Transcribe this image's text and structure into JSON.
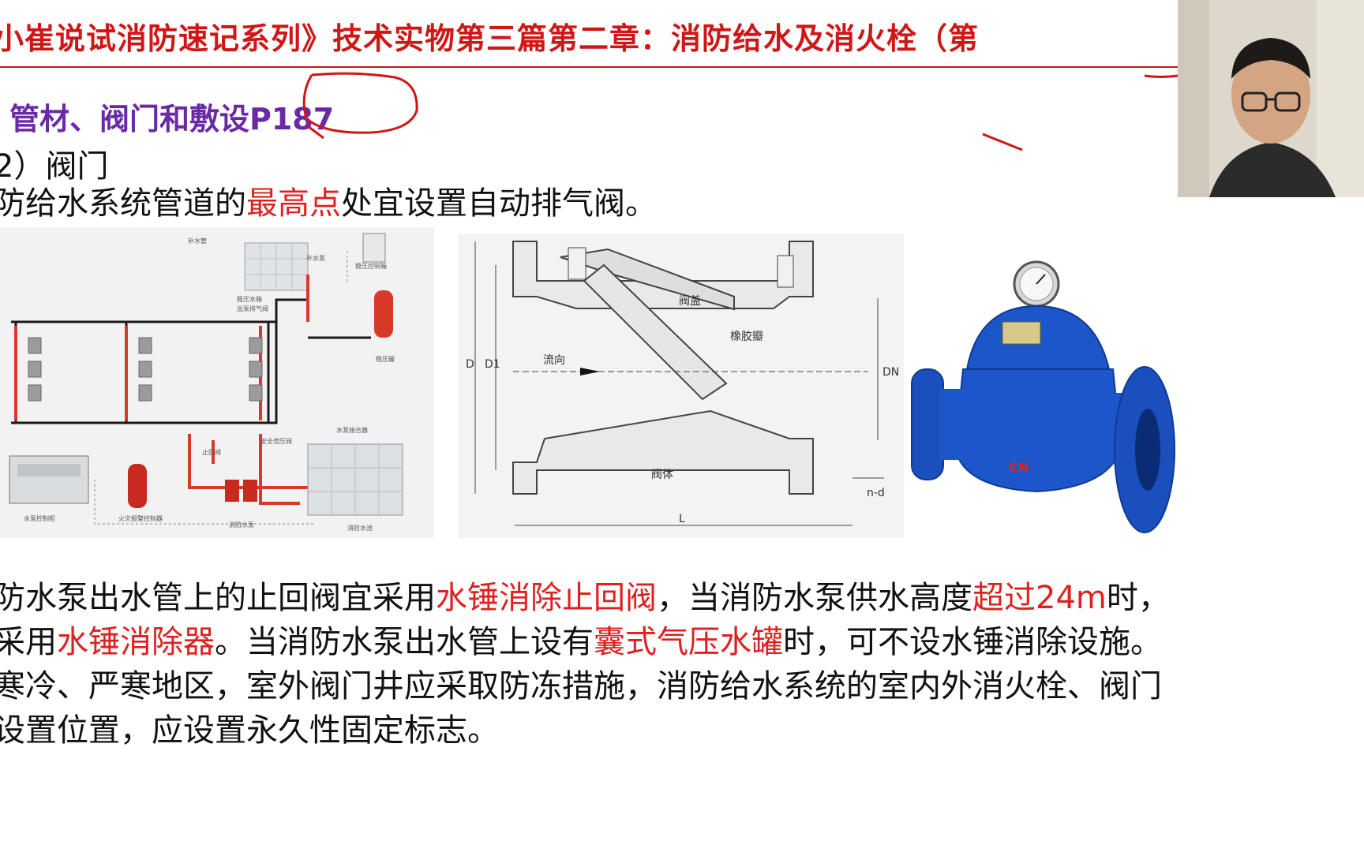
{
  "slide": {
    "title": "小崔说试消防速记系列》技术实物第三篇第二章：消防给水及消火栓（第",
    "section": "管材、阀门和敷设",
    "section_page": "P187",
    "subsection": "2）阀门",
    "line1": {
      "pre": "防给水系统管道的",
      "red": "最高点",
      "post": "处宜设置自动排气阀。"
    },
    "para": {
      "l1_a": "防水泵出水管上的止回阀宜采用",
      "l1_r1": "水锤消除止回阀",
      "l1_b": "，当消防水泵供水高度",
      "l1_r2": "超过24m",
      "l1_c": "时，",
      "l2_a": "采用",
      "l2_r1": "水锤消除器",
      "l2_b": "。当消防水泵出水管上设有",
      "l2_r2": "囊式气压水罐",
      "l2_c": "时，可不设水锤消除设施。",
      "l3": "寒冷、严寒地区，室外阀门井应采取防冻措施，消防给水系统的室内外消火栓、阀门",
      "l4": "设置位置，应设置永久性固定标志。"
    }
  },
  "figures": {
    "system_diagram": {
      "labels": [
        "补水管",
        "补水泵",
        "稳压控制箱",
        "稳压水箱",
        "出泵排气阀",
        "稳压罐",
        "止回阀",
        "安全泄压阀",
        "水泵控制柜",
        "消防水池",
        "消防水泵",
        "水泵接合器",
        "火灾报警控制器"
      ]
    },
    "check_valve_section": {
      "labels": [
        "阀盖",
        "橡胶瓣",
        "流向",
        "阀体",
        "D",
        "D1",
        "DN",
        "L",
        "n-d"
      ]
    },
    "valve_photo": {
      "brand_mark": "CN"
    }
  },
  "colors": {
    "title_red": "#d01616",
    "section_purple": "#6a2aa8",
    "highlight_red": "#e02020",
    "valve_blue": "#1d56c9",
    "pipe_red": "#d83a2a"
  }
}
